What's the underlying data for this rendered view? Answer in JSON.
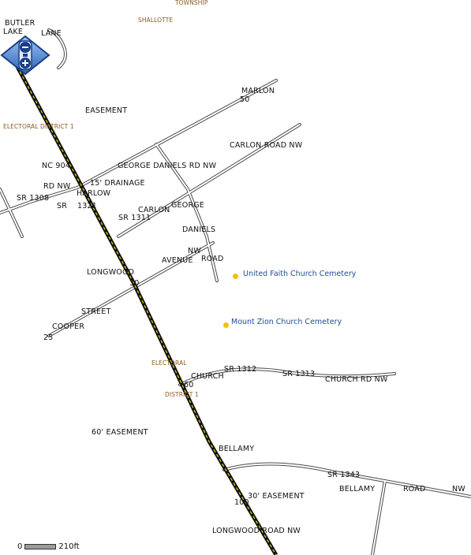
{
  "map": {
    "labels": [
      "BUTLER",
      "LAKE",
      "LANE",
      "MARLON",
      "50",
      "EASEMENT",
      "CARLON ROAD NW",
      "NC 904",
      "GEORGE DANIELS RD NW",
      "RD NW",
      "15' DRAINAGE",
      "HARLOW",
      "SR 1308",
      "SR",
      "1321",
      "CARLON",
      "GEORGE",
      "SR 1311",
      "DANIELS",
      "NW",
      "AVENUE",
      "ROAD",
      "LONGWOOD",
      "30",
      "STREET",
      "COOPER",
      "25",
      "CHURCH",
      "60",
      "SR 1312",
      "SR 1313",
      "CHURCH RD NW",
      "60' EASEMENT",
      "BELLAMY",
      "SR 1343",
      "BELLAMY",
      "ROAD",
      "NW",
      "30' EASEMENT",
      "100",
      "LONGWOOD ROAD NW"
    ],
    "admin_labels": [
      "TOWNSHIP",
      "SHALLOTTE",
      "ELECTORAL DISTRICT 1",
      "ELECTORAL",
      "DISTRICT 1"
    ],
    "pois": [
      {
        "name": "United Faith Church Cemetery",
        "color": "#f2c010"
      },
      {
        "name": "Mount Zion Church Cemetery",
        "color": "#f2c010"
      }
    ],
    "colors": {
      "road": "#4a4a4a",
      "road_casing": "#ffffff",
      "highway": "#111111",
      "highway_center": "#e8d400",
      "admin_text": "#8a5a1e",
      "poi_text": "#1f4e9a"
    }
  },
  "zoom_control": {
    "zoom_in_icon": "plus-icon",
    "zoom_out_icon": "minus-icon"
  },
  "scale": {
    "start": "0",
    "end": "210ft"
  }
}
